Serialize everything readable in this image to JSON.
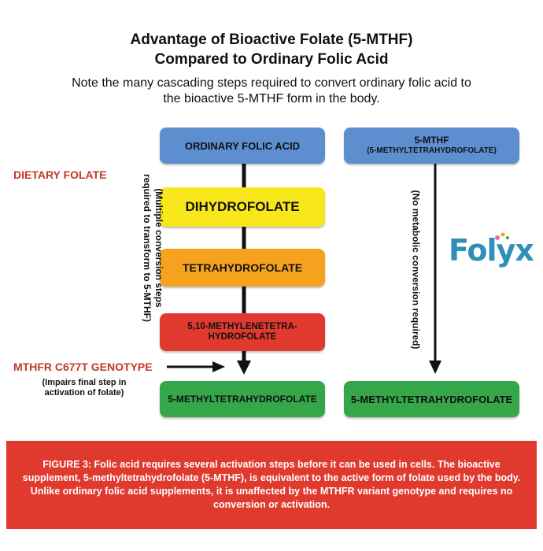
{
  "header": {
    "title_line1": "Advantage of Bioactive Folate (5-MTHF)",
    "title_line2": "Compared to Ordinary Folic Acid",
    "subtitle_line1": "Note the many cascading steps required to convert ordinary folic acid to",
    "subtitle_line2": "the bioactive 5-MTHF form in the body."
  },
  "left_flow": {
    "start": "ORDINARY FOLIC ACID",
    "step1": "DIHYDROFOLATE",
    "step2": "TETRAHYDROFOLATE",
    "step3_line1": "5,10-METHYLENETETRA-",
    "step3_line2": "HYDROFOLATE",
    "end": "5-METHYLTETRAHYDROFOLATE",
    "rotated_line1": "(Multiple conversion steps",
    "rotated_line2": "required to transform to 5-MTHF)"
  },
  "right_flow": {
    "start_line1": "5-MTHF",
    "start_line2": "(5-METHYLTETRAHYDROFOLATE)",
    "end": "5-METHYLTETRAHYDROFOLATE",
    "rotated": "(No metabolic conversion required)"
  },
  "labels": {
    "dietary_folate": "DIETARY FOLATE",
    "genotype": "MTHFR C677T GENOTYPE",
    "genotype_note_line1": "(Impairs final step in",
    "genotype_note_line2": "activation of folate)"
  },
  "logo": {
    "text": "Folyx"
  },
  "footer": {
    "text": "FIGURE 3: Folic acid requires several activation steps before it can be used in cells. The bioactive supplement, 5-methyltetrahydrofolate (5-MTHF), is equivalent to the active form of folate used by the body. Unlike ordinary folic acid supplements, it is unaffected by the MTHFR variant genotype and requires no conversion or activation."
  },
  "colors": {
    "blue": "#5d8fd0",
    "yellow": "#f7e71b",
    "orange": "#f6a21f",
    "red": "#e03a2f",
    "green": "#35a748",
    "label_red": "#c0392b"
  }
}
